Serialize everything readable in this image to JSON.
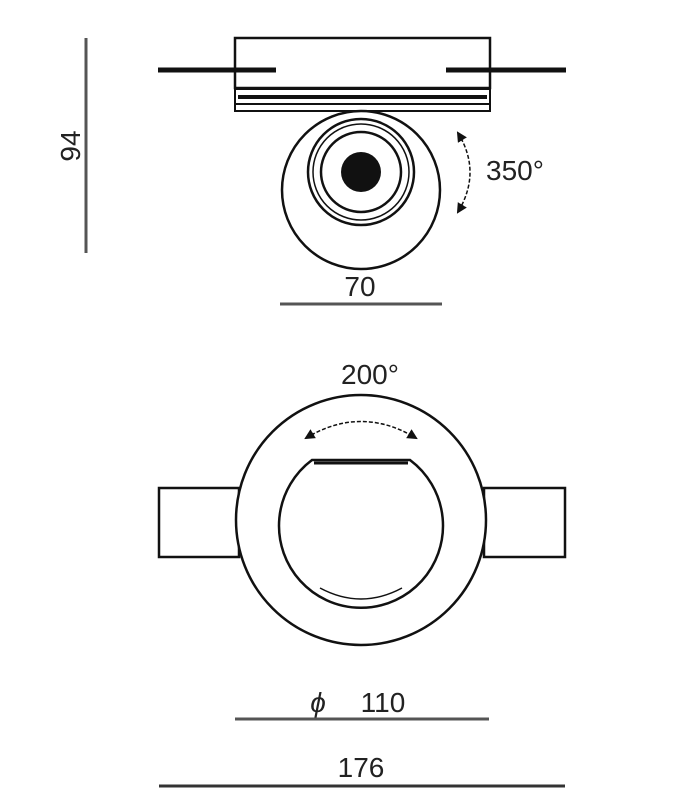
{
  "top_view": {
    "height_label": "94",
    "width_label": "70",
    "rotation_label": "350°"
  },
  "front_view": {
    "tilt_label": "200°",
    "diameter_symbol": "ϕ",
    "diameter_label": "110",
    "overall_width_label": "176"
  },
  "colors": {
    "line": "#111111",
    "dimension": "#555555"
  }
}
